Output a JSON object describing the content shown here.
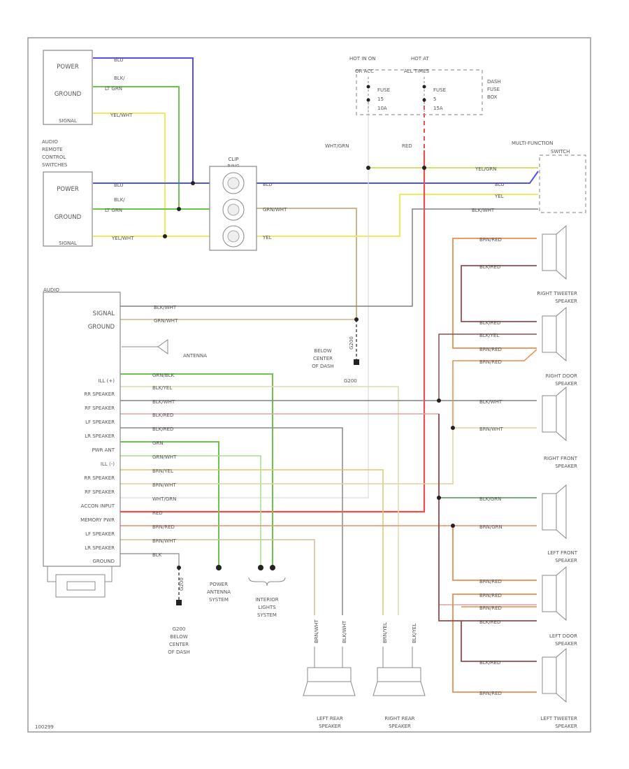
{
  "diagram_id": "100299",
  "power_supply": {
    "hot_run_start": "HOT IN ON",
    "hot_run_start_2": "OR ACC",
    "hot_at_all": "HOT AT",
    "hot_at_all_2": "ALL TIMES",
    "fuse_a": "FUSE 15 10A",
    "fuse_b": "FUSE 5 15A",
    "fuse_a_l1": "FUSE",
    "fuse_a_l2": "15",
    "fuse_a_l3": "10A",
    "fuse_b_l1": "FUSE",
    "fuse_b_l2": "5",
    "fuse_b_l3": "15A",
    "dash_box_l1": "DASH",
    "dash_box_l2": "FUSE",
    "dash_box_l3": "BOX"
  },
  "top_switch": {
    "power": "POWER",
    "ground": "GROUND",
    "signal": "SIGNAL",
    "w1": "BLU",
    "w2a": "BLK/",
    "w2b": "LT GRN",
    "w3": "YEL/WHT"
  },
  "remote_switch": {
    "title_l1": "AUDIO",
    "title_l2": "REMOTE",
    "title_l3": "CONTROL",
    "title_l4": "SWITCHES",
    "power": "POWER",
    "ground": "GROUND",
    "signal": "SIGNAL",
    "w1": "BLU",
    "w2a": "BLK/",
    "w2b": "LT GRN",
    "w3": "YEL/WHT"
  },
  "clip_ring": {
    "title_l1": "CLIP",
    "title_l2": "RING",
    "out1": "BLU",
    "out2": "GRN/WHT",
    "out3": "YEL"
  },
  "wire_labels": {
    "wht_grn": "WHT/GRN",
    "red": "RED",
    "yel_grn": "YEL/GRN",
    "blu": "BLU",
    "yel": "YEL",
    "blk_wht": "BLK/WHT"
  },
  "multifunction": {
    "l1": "MULTI-FUNCTION",
    "l2": "SWITCH"
  },
  "audio_unit": {
    "title": "AUDIO",
    "signal": "SIGNAL",
    "ground": "GROUND",
    "antenna": "ANTENNA",
    "pins": [
      "ILL (+)",
      "RR SPEAKER",
      "RF SPEAKER",
      "LF SPEAKER",
      "LR SPEAKER",
      "PWR ANT",
      "ILL (-)",
      "RR SPEAKER",
      "RF SPEAKER",
      "ACCON INPUT",
      "MEMORY PWR",
      "LF SPEAKER",
      "LR SPEAKER",
      "GROUND"
    ],
    "wires": [
      "GRN/BLK",
      "BLK/YEL",
      "BLK/WHT",
      "BLK/RED",
      "BLK/RED",
      "GRN",
      "GRN/WHT",
      "BRN/YEL",
      "BRN/WHT",
      "WHT/GRN",
      "RED",
      "BRN/RED",
      "BRN/WHT",
      "BLK"
    ],
    "top_wires": [
      "BLK/WHT",
      "GRN/WHT"
    ]
  },
  "ground_labels": {
    "g1_l1": "BELOW",
    "g1_l2": "CENTER",
    "g1_l3": "OF DASH",
    "g1_code": "G200",
    "g2_code": "G200",
    "g2_l1": "BELOW",
    "g2_l2": "CENTER",
    "g2_l3": "OF DASH",
    "g_mid": "G200"
  },
  "systems": {
    "power_antenna_l1": "POWER",
    "power_antenna_l2": "ANTENNA",
    "power_antenna_l3": "SYSTEM",
    "interior_l1": "INTERIOR",
    "interior_l2": "LIGHTS",
    "interior_l3": "SYSTEM"
  },
  "speakers": {
    "right_tweeter_l1": "RIGHT TWEETER",
    "right_tweeter_l2": "SPEAKER",
    "right_door_l1": "RIGHT DOOR",
    "right_door_l2": "SPEAKER",
    "right_front_l1": "RIGHT FRONT",
    "right_front_l2": "SPEAKER",
    "left_front_l1": "LEFT FRONT",
    "left_front_l2": "SPEAKER",
    "left_door_l1": "LEFT DOOR",
    "left_door_l2": "SPEAKER",
    "left_tweeter_l1": "LEFT TWEETER",
    "left_tweeter_l2": "SPEAKER",
    "left_rear_l1": "LEFT REAR",
    "left_rear_l2": "SPEAKER",
    "right_rear_l1": "RIGHT REAR",
    "right_rear_l2": "SPEAKER"
  },
  "speaker_wires": {
    "rt1": "BRN/RED",
    "rt2": "BLK/RED",
    "rd1": "BLK/RED",
    "rd2": "BLK/YEL",
    "rd3": "BRN/RED",
    "rd4": "BRN/RED",
    "rf1": "BLK/WHT",
    "rf2": "BRN/WHT",
    "lf1": "BLK/GRN",
    "lf2": "BRN/GRN",
    "lfs1": "BRN/RED",
    "lfs2": "BRN/RED",
    "lfs3": "BRN/RED",
    "lfs4": "BLK/RED",
    "ld1": "BLK/RED",
    "ld2": "BRN/RED",
    "lr1": "BRN/WHT",
    "lr2": "BLK/WHT",
    "rr1": "BRN/YEL",
    "rr2": "BLK/YEL"
  },
  "colors": {
    "blue": "#5050f0",
    "green": "#6cc44c",
    "yellow": "#ecec5c",
    "red": "#f04c4c",
    "gray": "#808080",
    "tan": "#c8b88c",
    "orange": "#ec8c4c",
    "brown": "#944c4c",
    "light_green": "#a4dc8c"
  }
}
